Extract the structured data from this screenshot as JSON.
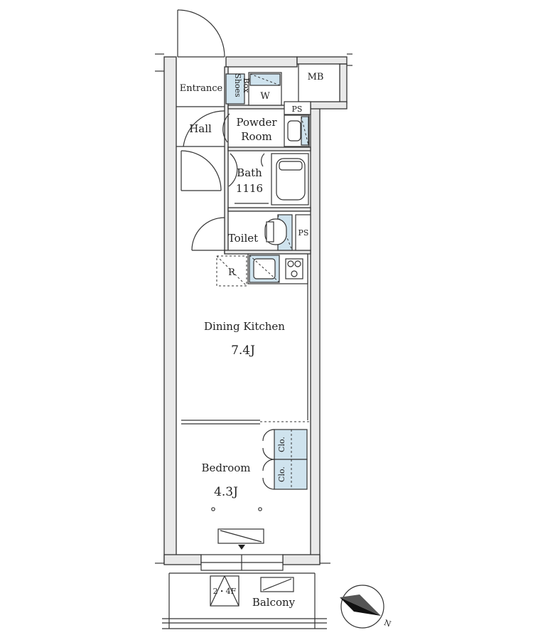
{
  "rooms": {
    "entrance": "Entrance",
    "shoes_box_1": "Shoes",
    "shoes_box_2": "Box",
    "washer": "W",
    "mb": "MB",
    "ps_top": "PS",
    "hall": "Hall",
    "powder_room_1": "Powder",
    "powder_room_2": "Room",
    "bath_1": "Bath",
    "bath_2": "1116",
    "toilet": "Toilet",
    "ps_mid": "PS",
    "refrigerator": "R",
    "dining_kitchen": "Dining Kitchen",
    "dining_kitchen_size": "7.4J",
    "bedroom": "Bedroom",
    "bedroom_size": "4.3J",
    "closet_1": "Clo.",
    "closet_2": "Clo.",
    "balcony": "Balcony",
    "hatch": "2・4F"
  },
  "compass": {
    "label": "N"
  },
  "colors": {
    "fixture_blue": "#cfe3ee",
    "wall_fill": "#e9e9e9",
    "line": "#333333"
  }
}
